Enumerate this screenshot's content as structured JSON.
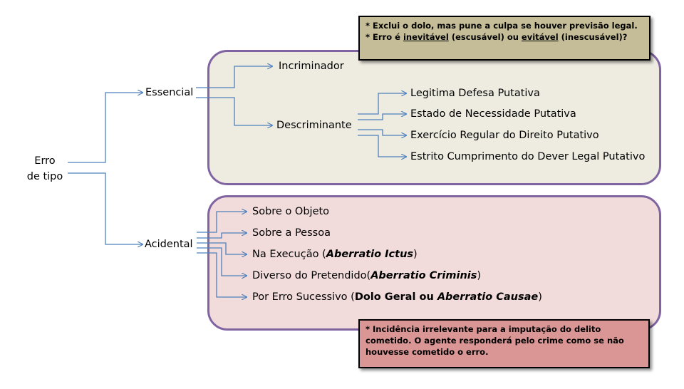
{
  "root": {
    "line1": "Erro",
    "line2": "de tipo"
  },
  "branches": {
    "essencial": {
      "label": "Essencial",
      "incriminador": "Incriminador",
      "descriminante": {
        "label": "Descriminante",
        "items": [
          "Legitima Defesa Putativa",
          "Estado de Necessidade Putativa",
          "Exercício Regular do Direito Putativo",
          "Estrito Cumprimento do Dever Legal Putativo"
        ]
      }
    },
    "acidental": {
      "label": "Acidental",
      "items": {
        "objeto": "Sobre o Objeto",
        "pessoa": "Sobre a Pessoa",
        "execucao_prefix": "Na Execução (",
        "execucao_em": "Aberratio Ictus",
        "execucao_suffix": ")",
        "pretendido_prefix": "Diverso do Pretendido(",
        "pretendido_em": "Aberratio Criminis",
        "pretendido_suffix": ")",
        "sucessivo_prefix": "Por Erro Sucessivo (",
        "sucessivo_bold": "Dolo Geral ou ",
        "sucessivo_em": "Aberratio Causae",
        "sucessivo_suffix": ")"
      }
    }
  },
  "notes": {
    "top": {
      "line1": "* Exclui o dolo, mas pune a culpa se houver previsão legal.",
      "line2_prefix": "* Erro é ",
      "line2_u1": "inevitável",
      "line2_mid": " (escusável) ou ",
      "line2_u2": "evitável",
      "line2_suffix": " (inescusável)?"
    },
    "bottom": {
      "line1": "* Incidência irrelevante para a imputação do delito",
      "line2": "cometido. O agente responderá pelo crime como se não",
      "line3": "houvesse cometido  o erro."
    }
  },
  "colors": {
    "line": "#4f81bd",
    "panel_border": "#8064a2",
    "panel_top_fill": "#eeece1",
    "panel_bottom_fill": "#f2dcdb",
    "note_top_fill": "#c4bd97",
    "note_bottom_fill": "#d99694"
  }
}
